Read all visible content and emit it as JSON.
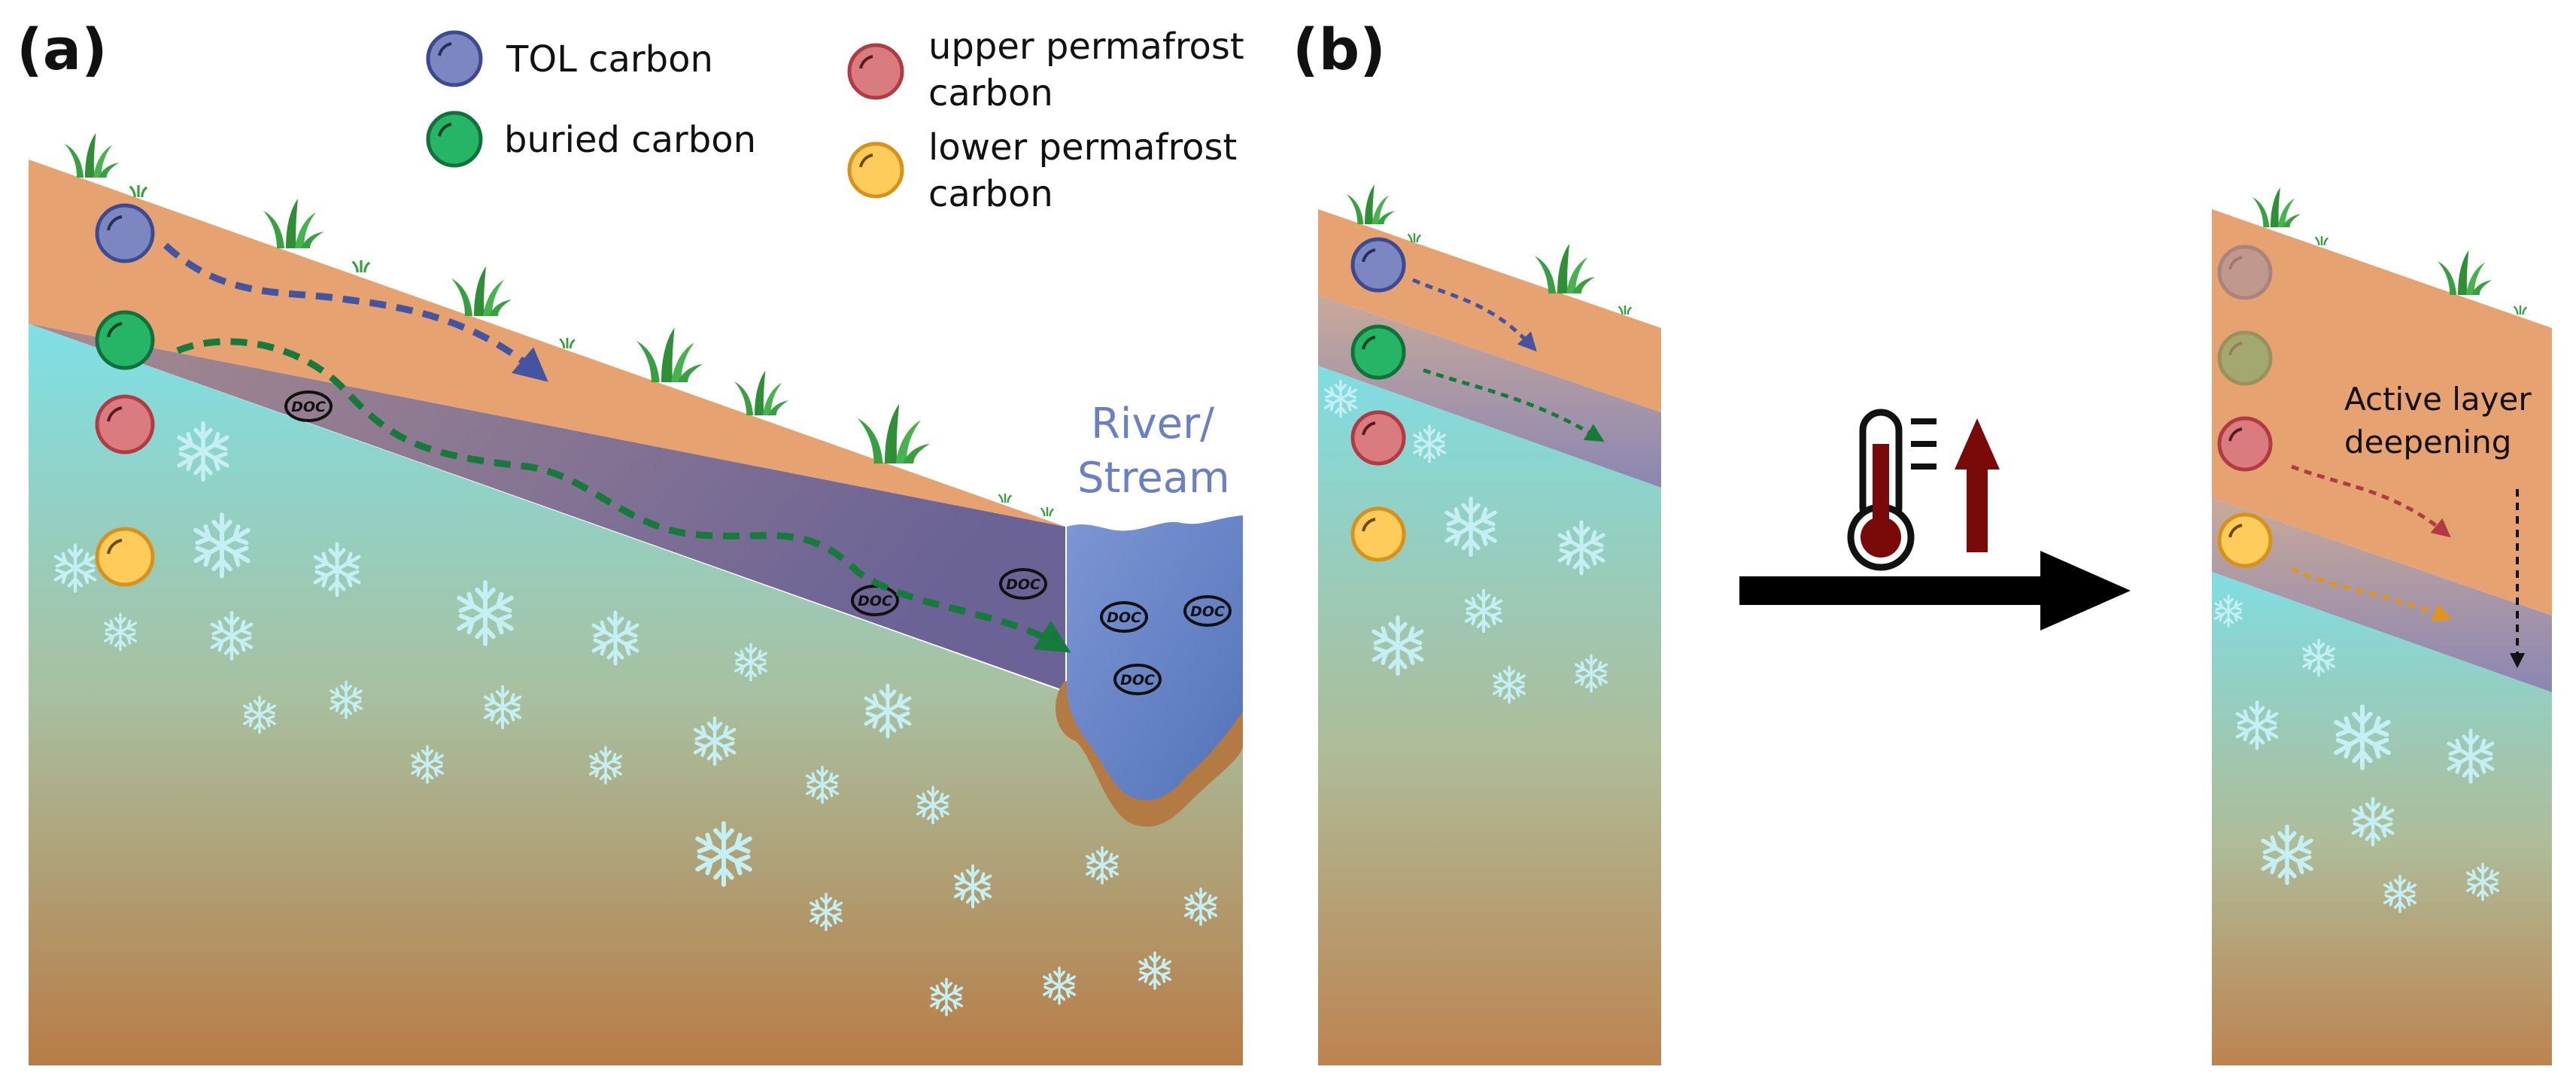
{
  "panels": {
    "a": "(a)",
    "b": "(b)"
  },
  "legend": {
    "tol": {
      "line1": "TOL carbon",
      "line2": "",
      "color": "#7c86c0",
      "stroke": "#3b4a92"
    },
    "buried": {
      "line1": "buried carbon",
      "line2": "",
      "color": "#26b467",
      "stroke": "#11713b"
    },
    "upper": {
      "line1": "upper permafrost",
      "line2": "carbon",
      "color": "#d97b7f",
      "stroke": "#b03b42"
    },
    "lower": {
      "line1": "lower permafrost",
      "line2": "carbon",
      "color": "#ffcc5c",
      "stroke": "#d7921a"
    }
  },
  "river": {
    "line1": "River/",
    "line2": "Stream"
  },
  "doc_label": "DOC",
  "annotation": {
    "line1": "Active layer",
    "line2": "deepening"
  },
  "colors": {
    "active_layer": "#e7a272",
    "permafrost_top": "#7ee0e6",
    "permafrost_bottom": "#b87c46",
    "talik": "#7a6b94",
    "river": "#6a86c8",
    "river_bank": "#b47a44",
    "warming": "#7a0a0a",
    "snowflake": "#c4eff3",
    "grass": "#38a040"
  },
  "icons": [
    "thermometer-icon",
    "up-arrow-icon",
    "right-arrow-icon",
    "snowflake-icon",
    "grass-icon"
  ]
}
